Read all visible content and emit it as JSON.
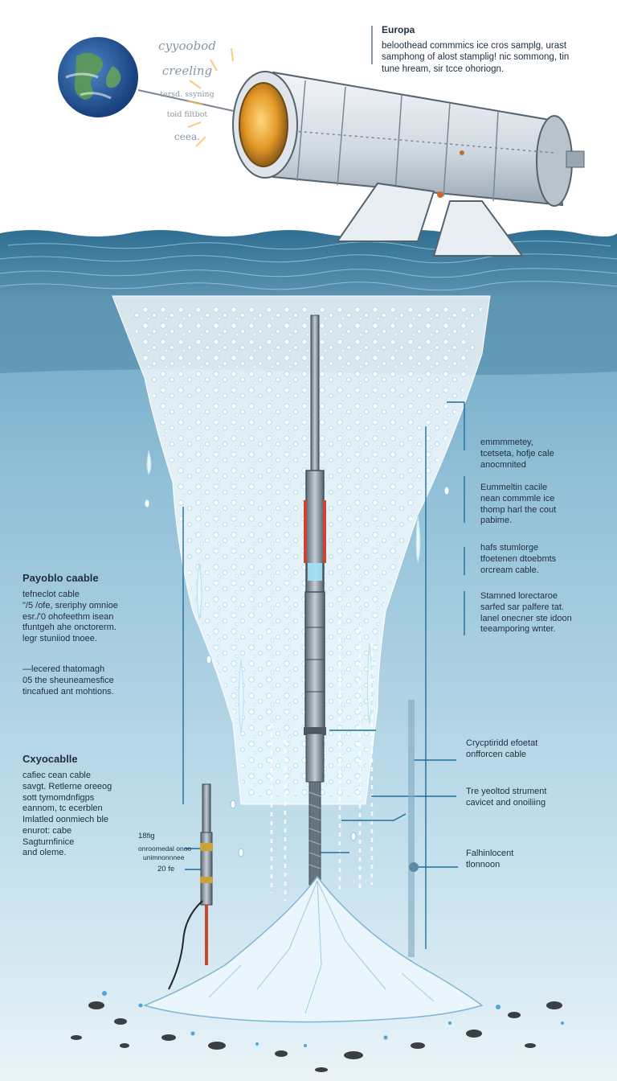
{
  "top_left_caption": {
    "line1": "cyyoobod",
    "line2": "creeling",
    "line3": "tersd. ssyning",
    "line4": "toid filtbot",
    "line5": "ceea."
  },
  "top_right": {
    "title": "Europa",
    "text": "beloothead commmics ice cros samplg, urast\nsamphong of alost stamplig! nic sommong, tin\ntune hream, sir tcce ohoriogn."
  },
  "right_callouts": [
    {
      "text": "emmmmetey,\ntcetseta, hofje cale\nanocmnited"
    },
    {
      "text": "Eummeltin cacile\nnean commmle ice\nthomp harl the cout\npabime."
    },
    {
      "text": "hafs stumlorge\ntfoetenen dtoebmts\norcream cable."
    },
    {
      "text": "Stamned lorectaroe\nsarfed sar palfere tat.\nlanel onecner ste idoon\nteeamporing wnter."
    },
    {
      "text": "Crycptiridd efoetat\nonfforcen cable"
    },
    {
      "text": "Tre yeoltod strument\ncavicet and onoiliing"
    },
    {
      "text": "Falhinlocent\ntlonnoon"
    }
  ],
  "left_blocks": [
    {
      "title": "Payoblo caable",
      "text": "tefneclot cable\n\"/5 /ofe, sreriphy omnioe\nesr./'0 ohofeethm isean\ntfuntgeh ahe onctorerm.\nlegr stuniiod tnoee."
    },
    {
      "title": "",
      "text": "—lecered thatomagh\n05 the sheuneamesfice\ntincafued ant mohtions."
    },
    {
      "title": "Cxyocablle",
      "text": "cafiec cean cable\nsavgt. Retlerne oreeog\nsott tymomdnfigps\neannom, tc ecerblen\nImlatled oonmiech ble\nenurot: cabe\nSagturnfinice\nand oleme."
    }
  ],
  "probe_labels": {
    "top": "18fig",
    "mid1": "onroomedal onoo",
    "mid2": "unimnonnnee",
    "bottom": "20 fe"
  },
  "colors": {
    "sky": "#ffffff",
    "ocean_surface": "#4f8fae",
    "deep_water": "#a9d0e2",
    "ice": "#e8f6fc",
    "cable": "#5a6570",
    "probe_accent": "#c8452e",
    "leader_line": "#1f6f9a"
  },
  "icons": [
    "planet-icon",
    "spacecraft-icon",
    "probe-icon",
    "sample-core-icon"
  ]
}
